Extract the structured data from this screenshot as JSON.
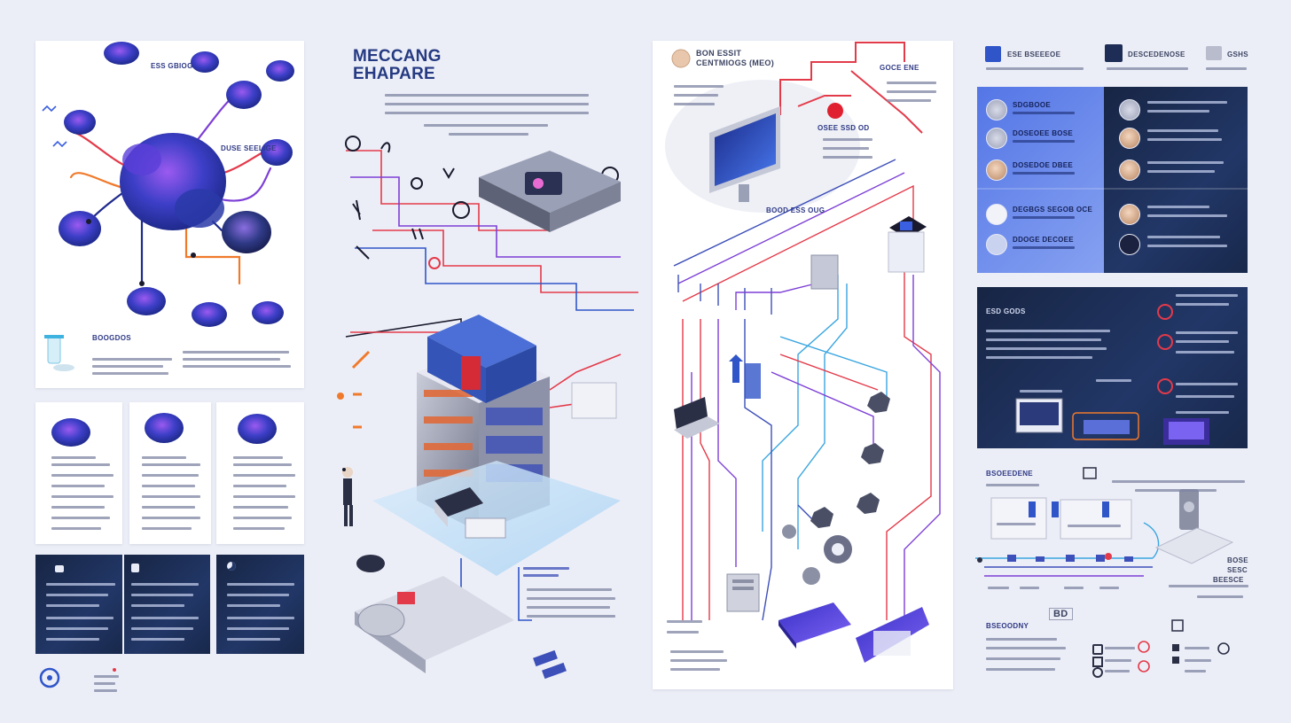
{
  "colors": {
    "background": "#eceef7",
    "brand_blue": "#253a82",
    "accent_red": "#e33a4a",
    "accent_orange": "#f07a2c",
    "accent_purple": "#7d3fd6",
    "panel_dark": "#1d2d55"
  },
  "hero": {
    "title_line1": "MECCANG",
    "title_line2": "EHAPARE"
  },
  "poster_left": {
    "label_top": "ESS GBIOG",
    "label_mid": "DUSE SEELIGE",
    "label_bottom": "BOOGDOS"
  },
  "center_poster": {
    "header_line1": "BON ESSIT",
    "header_line2": "CENTMIOGS (MEO)",
    "label_a": "GOCE ENE",
    "label_b": "OSEE SSD OD",
    "label_c": "BOOD ESS OUG"
  },
  "right_panel": {
    "headers": [
      "ESE BSEEEOE",
      "DESCEDENOSE",
      "GSHS"
    ],
    "blue_labels": [
      "SDGBOOE",
      "DOSEOEE BOSE",
      "DOSEDOE DBEE",
      "DEGBGS SEGOB OCE",
      "DDOGE DECOEE"
    ],
    "dark_label": "ESD GODS",
    "flow_title": "BSOEEDENE",
    "legend_title": "BSEOODNY",
    "legend_badge": "BD",
    "flow_right_labels": [
      "BOSE",
      "SESC",
      "BEESCE"
    ]
  },
  "icons": [
    "atom-icon",
    "check-circle-icon",
    "gear-icon",
    "server-icon",
    "laptop-icon",
    "user-icon",
    "close-circle-icon"
  ]
}
